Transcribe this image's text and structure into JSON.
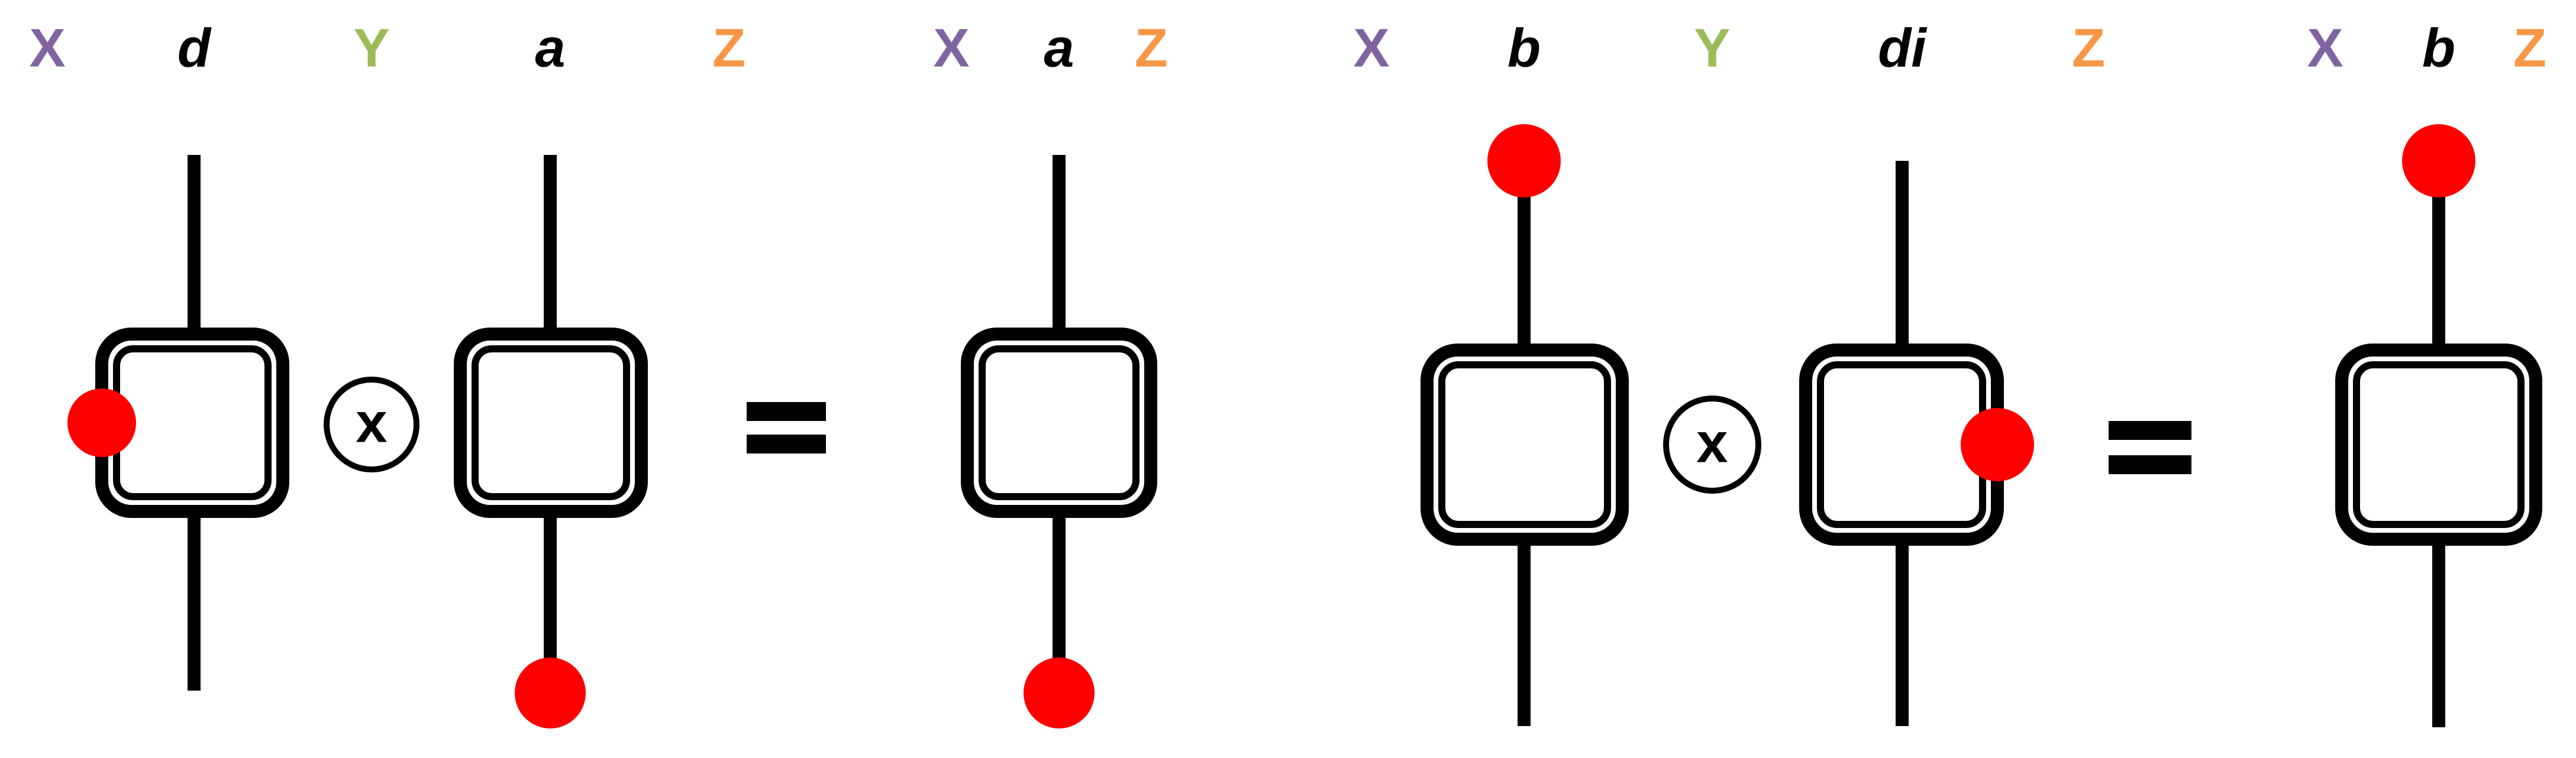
{
  "colors": {
    "X": "#8064A2",
    "Y": "#9BBB59",
    "Z": "#F79646",
    "dot": "#FF0000",
    "ink": "#000000"
  },
  "equations": [
    {
      "lhs_left": {
        "labels": [
          "X",
          "d",
          "Y"
        ]
      },
      "lhs_right": {
        "labels": [
          "a",
          "Z"
        ]
      },
      "rhs": {
        "labels": [
          "X",
          "a",
          "Z"
        ]
      },
      "operator": "x",
      "equals": "="
    },
    {
      "lhs_left": {
        "labels": [
          "X",
          "b",
          "Y"
        ]
      },
      "lhs_right": {
        "labels": [
          "di",
          "Z"
        ]
      },
      "rhs": {
        "labels": [
          "X",
          "b",
          "Z"
        ]
      },
      "operator": "x",
      "equals": "="
    }
  ]
}
